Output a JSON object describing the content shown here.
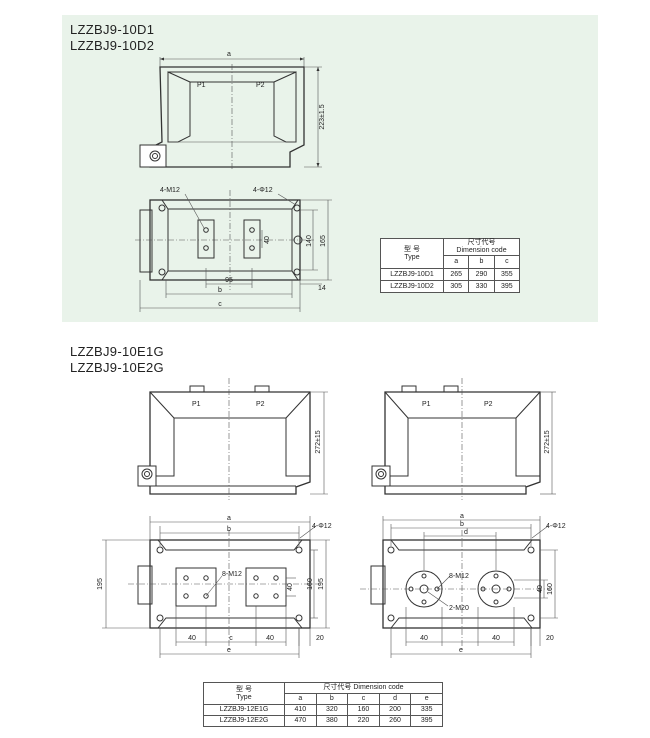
{
  "section1": {
    "titles": [
      "LZZBJ9-10D1",
      "LZZBJ9-10D2"
    ],
    "front_view": {
      "p1": "P1",
      "p2": "P2",
      "dim_width": "a",
      "dim_height": "223±1.5"
    },
    "top_view": {
      "bolt_label": "4-M12",
      "hole_label": "4-Φ12",
      "dim_b": "b",
      "dim_c": "c",
      "dim_95": "95",
      "dim_40": "40",
      "dim_140": "140",
      "dim_165": "165",
      "dim_14": "14"
    },
    "table": {
      "type_label_cn": "型  号",
      "type_label_en": "Type",
      "dim_label_cn": "尺寸代号",
      "dim_label_en": "Dimension code",
      "columns": [
        "a",
        "b",
        "c"
      ],
      "rows": [
        {
          "type": "LZZBJ9-10D1",
          "values": [
            "265",
            "290",
            "355"
          ]
        },
        {
          "type": "LZZBJ9-10D2",
          "values": [
            "305",
            "330",
            "395"
          ]
        }
      ]
    }
  },
  "section2": {
    "titles": [
      "LZZBJ9-10E1G",
      "LZZBJ9-10E2G"
    ],
    "front_left": {
      "p1": "P1",
      "p2": "P2",
      "dim_height": "272±15"
    },
    "front_right": {
      "p1": "P1",
      "p2": "P2",
      "dim_height": "272±15"
    },
    "top_left": {
      "dim_a": "a",
      "dim_b": "b",
      "dim_c": "c",
      "dim_e": "e",
      "hole_label": "4-Φ12",
      "bolt_label": "8-M12",
      "dim_195": "195",
      "dim_40_left": "40",
      "dim_40_right": "40",
      "dim_20": "20",
      "dim_40_v": "40",
      "dim_160": "160",
      "dim_195_v": "195"
    },
    "top_right": {
      "dim_a": "a",
      "dim_b": "b",
      "dim_d": "d",
      "dim_e": "e",
      "hole_label": "4-Φ12",
      "bolt_label": "8-M12",
      "stud_label": "2-M20",
      "dim_40_left": "40",
      "dim_40_right": "40",
      "dim_20": "20",
      "dim_40_v": "40",
      "dim_160": "160"
    },
    "table": {
      "type_label_cn": "型  号",
      "type_label_en": "Type",
      "dim_label": "尺寸代号 Dimension code",
      "columns": [
        "a",
        "b",
        "c",
        "d",
        "e"
      ],
      "rows": [
        {
          "type": "LZZBJ9-12E1G",
          "values": [
            "410",
            "320",
            "160",
            "200",
            "335"
          ]
        },
        {
          "type": "LZZBJ9-12E2G",
          "values": [
            "470",
            "380",
            "220",
            "260",
            "395"
          ]
        }
      ]
    }
  }
}
